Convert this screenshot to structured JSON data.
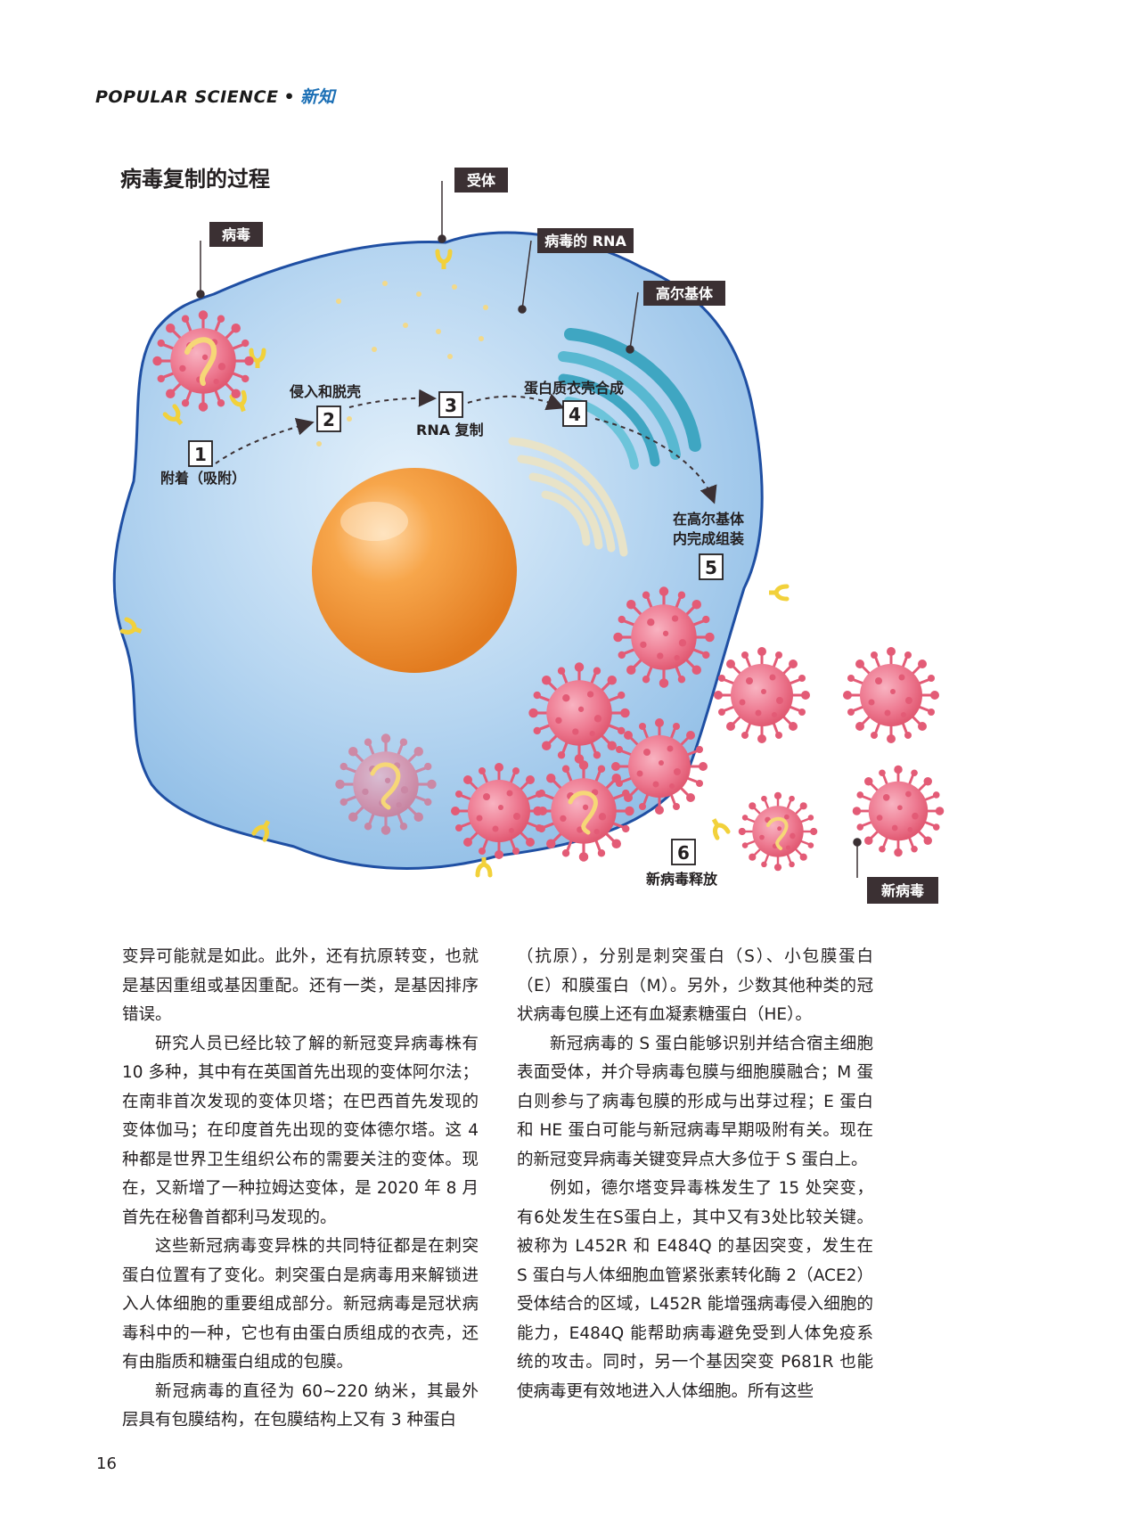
{
  "header": {
    "brand": "POPULAR SCIENCE",
    "separator": "•",
    "section": "新知"
  },
  "diagram": {
    "title": "病毒复制的过程",
    "labels": {
      "virus": "病毒",
      "receptor": "受体",
      "viral_rna": "病毒的 RNA",
      "golgi": "高尔基体",
      "new_virus": "新病毒"
    },
    "steps": [
      {
        "num": "1",
        "text": "附着（吸附）"
      },
      {
        "num": "2",
        "text": "侵入和脱壳"
      },
      {
        "num": "3",
        "text": "RNA 复制"
      },
      {
        "num": "4",
        "text": "蛋白质衣壳合成"
      },
      {
        "num": "5",
        "text": "在高尔基体",
        "text2": "内完成组装"
      },
      {
        "num": "6",
        "text": "新病毒释放"
      }
    ],
    "colors": {
      "cell": "#a9cdee",
      "membrane": "#1f4fa3",
      "nucleus": "#f39a3c",
      "virus": "#ec6f86",
      "label_bg": "#3b3033",
      "receptor": "#f2d13b",
      "golgi": "#3fa6c2"
    }
  },
  "body": {
    "left": [
      "变异可能就是如此。此外，还有抗原转变，也就是基因重组或基因重配。还有一类，是基因排序错误。",
      "研究人员已经比较了解的新冠变异病毒株有 10 多种，其中有在英国首先出现的变体阿尔法；在南非首次发现的变体贝塔；在巴西首先发现的变体伽马；在印度首先出现的变体德尔塔。这 4 种都是世界卫生组织公布的需要关注的变体。现在，又新增了一种拉姆达变体，是 2020 年 8 月首先在秘鲁首都利马发现的。",
      "这些新冠病毒变异株的共同特征都是在刺突蛋白位置有了变化。刺突蛋白是病毒用来解锁进入人体细胞的重要组成部分。新冠病毒是冠状病毒科中的一种，它也有由蛋白质组成的衣壳，还有由脂质和糖蛋白组成的包膜。",
      "新冠病毒的直径为 60~220 纳米，其最外层具有包膜结构，在包膜结构上又有 3 种蛋白"
    ],
    "right": [
      "（抗原），分别是刺突蛋白（S）、小包膜蛋白（E）和膜蛋白（M）。另外，少数其他种类的冠状病毒包膜上还有血凝素糖蛋白（HE）。",
      "新冠病毒的 S 蛋白能够识别并结合宿主细胞表面受体，并介导病毒包膜与细胞膜融合；M 蛋白则参与了病毒包膜的形成与出芽过程；E 蛋白和 HE 蛋白可能与新冠病毒早期吸附有关。现在的新冠变异病毒关键变异点大多位于 S 蛋白上。",
      "例如，德尔塔变异毒株发生了 15 处突变，有6处发生在S蛋白上，其中又有3处比较关键。被称为 L452R 和 E484Q 的基因突变，发生在 S 蛋白与人体细胞血管紧张素转化酶 2（ACE2）受体结合的区域，L452R 能增强病毒侵入细胞的能力，E484Q 能帮助病毒避免受到人体免疫系统的攻击。同时，另一个基因突变 P681R 也能使病毒更有效地进入人体细胞。所有这些"
    ]
  },
  "page_number": "16"
}
